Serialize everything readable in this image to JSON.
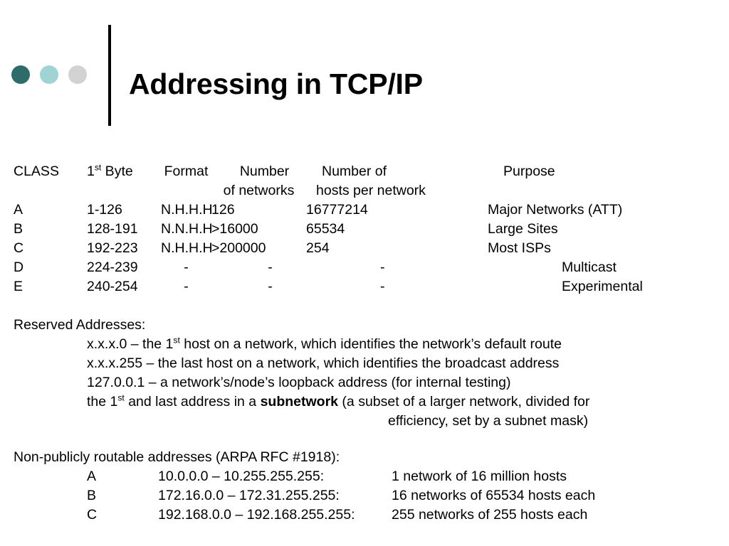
{
  "slide": {
    "title": "Addressing in TCP/IP",
    "decor": {
      "dot_colors": [
        "#2e6b6b",
        "#9fd3d4",
        "#d2d2d2"
      ],
      "rule_color": "#000000"
    }
  },
  "class_table": {
    "headers": {
      "class": "CLASS",
      "byte_pre": "1",
      "byte_sup": "st",
      "byte_post": " Byte",
      "format": "Format",
      "networks_line1": "Number",
      "networks_line2": "of networks",
      "hosts_line1": "Number of",
      "hosts_line2": "hosts per network",
      "purpose": "Purpose"
    },
    "rows": [
      {
        "class": "A",
        "byte": "1-126",
        "format": "N.H.H.H",
        "networks": "126",
        "hosts": "16777214",
        "purpose": "Major Networks (ATT)"
      },
      {
        "class": "B",
        "byte": "128-191",
        "format": "N.N.H.H",
        "networks": ">16000",
        "hosts": "65534",
        "purpose": "Large Sites"
      },
      {
        "class": "C",
        "byte": "192-223",
        "format": "N.H.H.H",
        "networks": ">200000",
        "hosts": "254",
        "purpose": "Most ISPs"
      },
      {
        "class": "D",
        "byte": "224-239",
        "format": "-",
        "networks": "-",
        "hosts": "-",
        "purpose": "Multicast"
      },
      {
        "class": "E",
        "byte": "240-254",
        "format": "-",
        "networks": "-",
        "hosts": "-",
        "purpose": "Experimental"
      }
    ]
  },
  "reserved": {
    "heading": "Reserved Addresses:",
    "line1_pre": "x.x.x.0 – the 1",
    "line1_sup": "st",
    "line1_post": " host on a network, which identifies the network’s default route",
    "line2": "x.x.x.255 – the last host on a network, which identifies the broadcast address",
    "line3": "127.0.0.1 – a network’s/node’s loopback address (for internal testing)",
    "line4_pre": "the 1",
    "line4_sup": "st",
    "line4_mid": " and last address in a ",
    "line4_bold": "subnetwork",
    "line4_post": " (a subset of a larger network, divided for",
    "line5": "efficiency, set by a subnet mask)"
  },
  "non_routable": {
    "heading": "Non-publicly routable addresses (ARPA RFC #1918):",
    "rows": [
      {
        "class": "A",
        "range": "10.0.0.0 – 10.255.255.255:",
        "desc": "1 network of 16 million hosts"
      },
      {
        "class": "B",
        "range": "172.16.0.0 – 172.31.255.255:",
        "desc": "16 networks of 65534 hosts each"
      },
      {
        "class": "C",
        "range": "192.168.0.0 – 192.168.255.255:",
        "desc": "255 networks of 255 hosts each"
      }
    ]
  }
}
